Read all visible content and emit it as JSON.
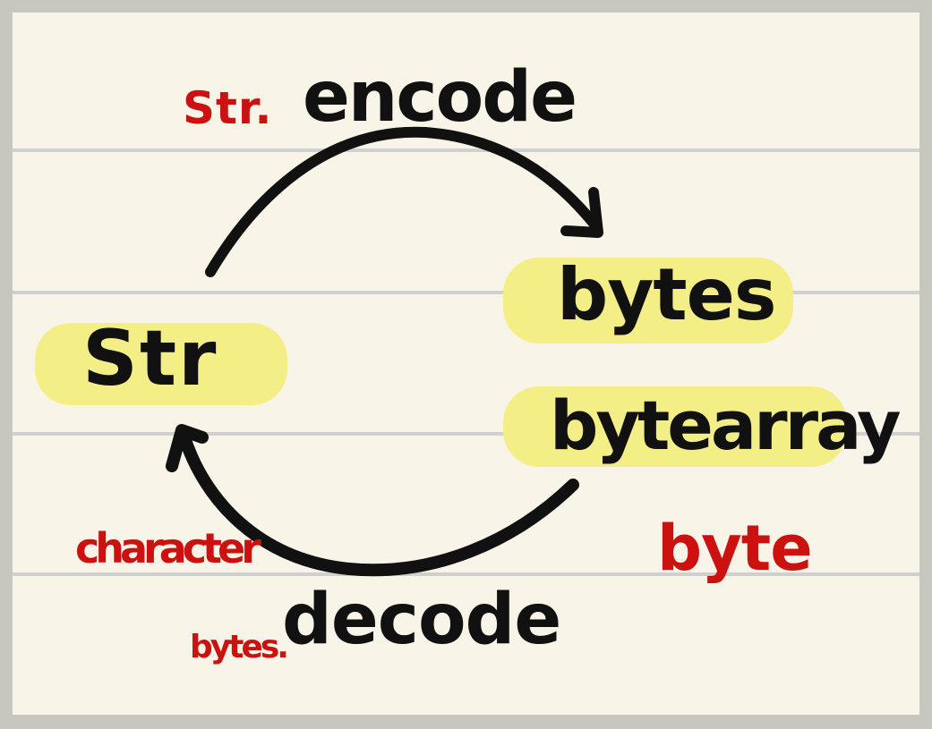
{
  "labels": {
    "encode": "encode",
    "decode": "decode",
    "str_main": "Str",
    "bytes_main": "bytes",
    "bytearray_main": "bytearray",
    "str_method_prefix": "Str.",
    "bytes_method_prefix": "bytes.",
    "character": "character",
    "byte": "byte"
  },
  "colors": {
    "paper": "#f8f5e8",
    "border": "#c7c6bf",
    "rule_line": "#cfd0d0",
    "highlight": "#f3ee86",
    "ink_black": "#111111",
    "ink_red": "#cc1111"
  },
  "icons": {
    "top_arrow": "curved-arrow-right-icon",
    "bottom_arrow": "curved-arrow-left-icon"
  }
}
